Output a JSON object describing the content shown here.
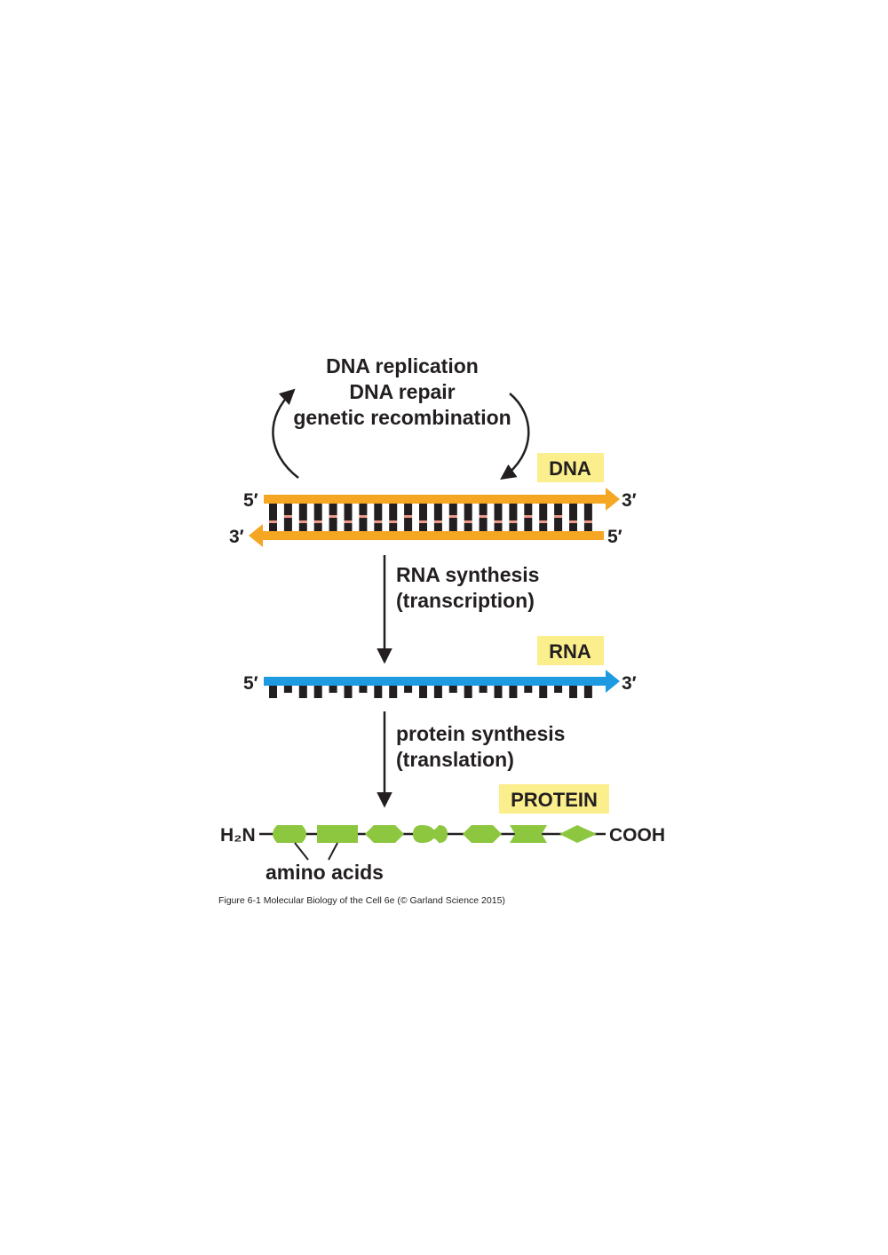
{
  "processes": {
    "line1": "DNA replication",
    "line2": "DNA repair",
    "line3": "genetic recombination"
  },
  "dna": {
    "tag": "DNA",
    "top_left_end": "5′",
    "top_right_end": "3′",
    "bottom_left_end": "3′",
    "bottom_right_end": "5′",
    "strand_color": "#f5a623",
    "pair_color": "#ec9a8a"
  },
  "transcription": {
    "line1": "RNA synthesis",
    "line2": "(transcription)"
  },
  "rna": {
    "tag": "RNA",
    "left_end": "5′",
    "right_end": "3′",
    "strand_color": "#1e9be0"
  },
  "translation": {
    "line1": "protein synthesis",
    "line2": "(translation)"
  },
  "protein": {
    "tag": "PROTEIN",
    "n_terminus": "H₂N",
    "c_terminus": "COOH",
    "residue_label": "amino acids",
    "residue_color": "#8dc63f"
  },
  "tag_color": "#fbee8c",
  "caption": "Figure 6-1  Molecular Biology of the Cell 6e (© Garland Science 2015)"
}
